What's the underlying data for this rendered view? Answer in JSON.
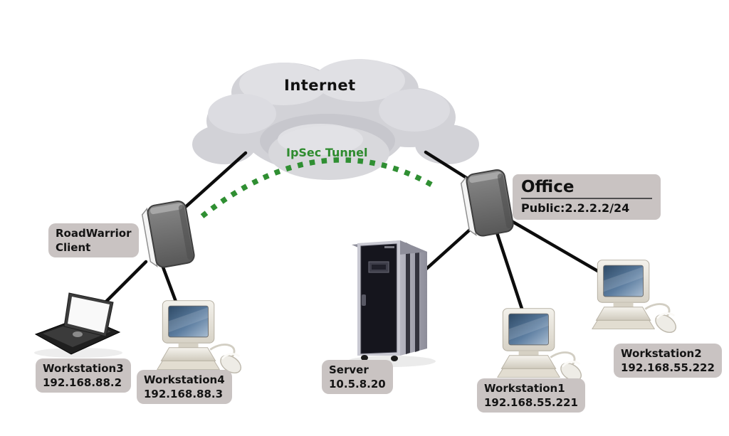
{
  "diagram": {
    "title_cloud": "Internet",
    "tunnel": {
      "label": "IpSec Tunnel",
      "color": "#2f8f32",
      "style": "dashed-arc"
    },
    "colors": {
      "label_background": "#c9c3c2",
      "link_line": "#0d0d0d",
      "cloud_fill": "#d2d2d7"
    },
    "nodes": {
      "roadwarrior": {
        "line1": "RoadWarrior",
        "line2": "Client"
      },
      "office": {
        "title": "Office",
        "subnet": "Public:2.2.2.2/24"
      },
      "workstation3": {
        "name": "Workstation3",
        "ip": "192.168.88.2"
      },
      "workstation4": {
        "name": "Workstation4",
        "ip": "192.168.88.3"
      },
      "server": {
        "name": "Server",
        "ip": "10.5.8.20"
      },
      "workstation1": {
        "name": "Workstation1",
        "ip": "192.168.55.221"
      },
      "workstation2": {
        "name": "Workstation2",
        "ip": "192.168.55.222"
      }
    }
  }
}
